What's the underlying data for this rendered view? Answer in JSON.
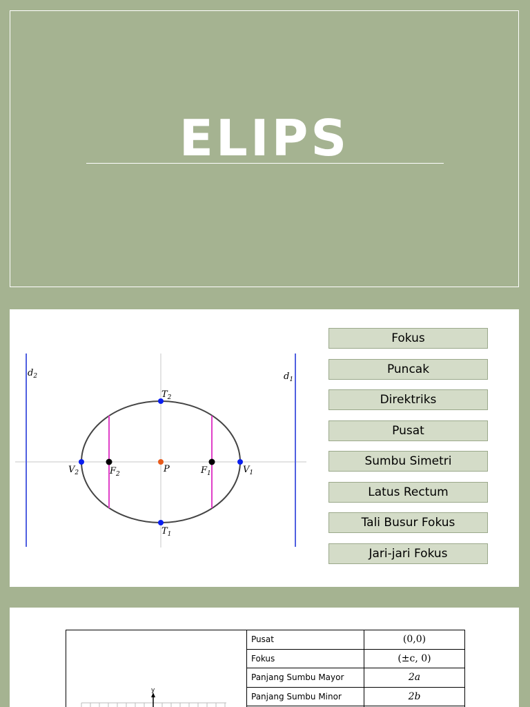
{
  "slide1": {
    "title": "ELIPS"
  },
  "slide2": {
    "labels": {
      "d2": "d",
      "d2_sub": "2",
      "d1": "d",
      "d1_sub": "1",
      "T2": "T",
      "T2_sub": "2",
      "T1": "T",
      "T1_sub": "1",
      "V2": "V",
      "V2_sub": "2",
      "V1": "V",
      "V1_sub": "1",
      "F2": "F",
      "F2_sub": "2",
      "F1": "F",
      "F1_sub": "1",
      "P": "P"
    },
    "colors": {
      "directrix": "#4f5fe0",
      "ellipse": "#444444",
      "latus_rectum": "#e040c8",
      "vertex": "#0a1ef0",
      "focus": "#000000",
      "center": "#e85a1a",
      "axis": "#e3e3e3"
    },
    "buttons": [
      "Fokus",
      "Puncak",
      "Direktriks",
      "Pusat",
      "Sumbu Simetri",
      "Latus Rectum",
      "Tali Busur Fokus",
      "Jari-jari Fokus"
    ]
  },
  "slide3": {
    "mini_axis_label": "y",
    "rows": [
      {
        "label": "Pusat",
        "value": "(0,0)"
      },
      {
        "label": "Fokus",
        "value": "(±c, 0)"
      },
      {
        "label": "Panjang Sumbu Mayor",
        "value": "2a"
      },
      {
        "label": "Panjang Sumbu Minor",
        "value": "2b"
      }
    ]
  }
}
